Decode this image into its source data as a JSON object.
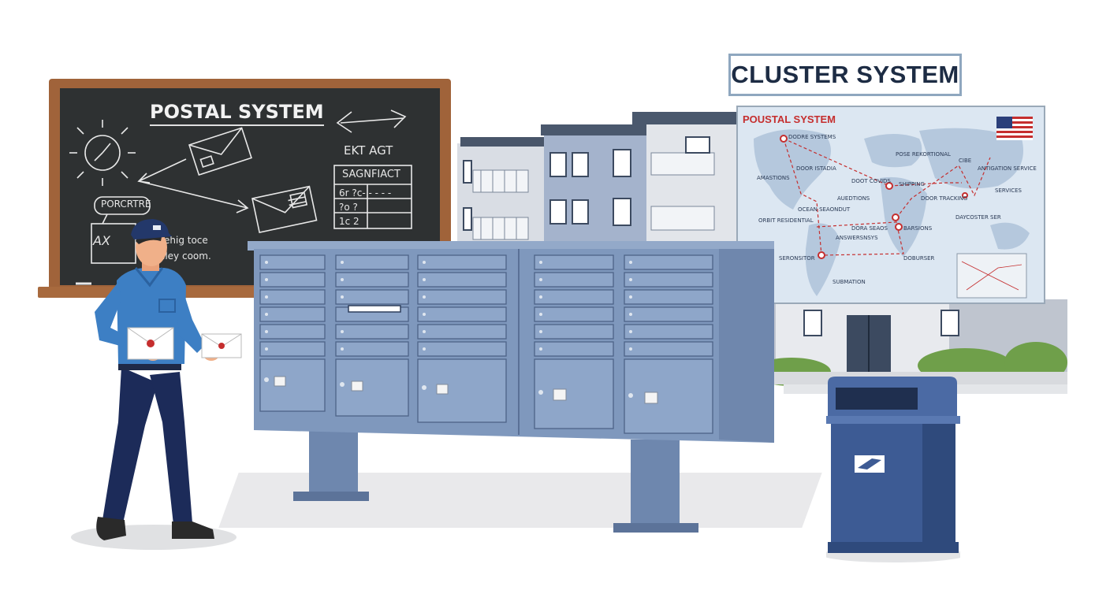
{
  "chalkboard": {
    "title": "POSTAL SYSTEM",
    "label_porcre": "PORCRTRE",
    "label_ext": "EKT AGT",
    "table_header": "SAGNFIACT",
    "table_row1": "6r ?c- - - - -",
    "table_row2": "?o ?",
    "table_row3": "1c 2",
    "note_line1": "ehig toce",
    "note_line2": "iley coom.",
    "label_ax": "AX"
  },
  "cluster_sign": {
    "title": "CLUSTER SYSTEM"
  },
  "map": {
    "title": "POUSTAL SYSTEM",
    "labels": [
      "DODRE SYSTEMS",
      "POSE REKORTIONAL",
      "CIBE",
      "DOOR ISTADIA",
      "ANTIGATION SERVICE",
      "AMASTIONS",
      "DOOT COVIDS",
      "SHIPPING",
      "SERVICES",
      "AUEDTIONS",
      "DOOR TRACKING",
      "OCEAN SEAONDUT",
      "DAYCOSTER SER",
      "ORBIT RESIDENTIAL",
      "DORA SEAOS",
      "BARSIONS",
      "ANSWERSNSYS",
      "SERONSITOR",
      "DOBURSER",
      "SUBMATION"
    ],
    "flag": "us-flag-icon"
  },
  "colors": {
    "chalkboard": "#2e3132",
    "frame": "#a0633a",
    "mailbox": "#7f98bd",
    "uniform_shirt": "#3d7fc4",
    "uniform_pants": "#1c2b59",
    "map_bg": "#dce7f2",
    "route_red": "#c52e2e"
  },
  "icons": {
    "carrier": "mail-carrier-figure",
    "envelope": "envelope-icon",
    "collection_box": "collection-box-icon",
    "usps_logo": "eagle-logo-icon"
  }
}
